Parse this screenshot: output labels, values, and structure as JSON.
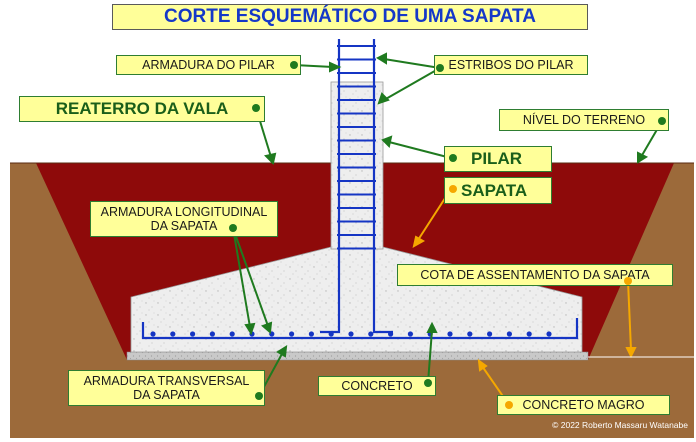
{
  "title": "CORTE ESQUEMÁTICO DE UMA SAPATA",
  "labels": {
    "armadura_pilar": "ARMADURA DO PILAR",
    "estribos_pilar": "ESTRIBOS DO PILAR",
    "reaterro_vala": "REATERRO DA VALA",
    "nivel_terreno": "NÍVEL DO TERRENO",
    "pilar": "PILAR",
    "sapata": "SAPATA",
    "armadura_longitudinal": "ARMADURA LONGITUDINAL\nDA SAPATA",
    "cota_assentamento": "COTA DE ASSENTAMENTO DA SAPATA",
    "armadura_transversal": "ARMADURA TRANSVERSAL\nDA SAPATA",
    "concreto": "CONCRETO",
    "concreto_magro": "CONCRETO MAGRO"
  },
  "copyright": "© 2022 Roberto Massaru Watanabe",
  "colors": {
    "soil": "#9c6a3a",
    "backfill": "#8e0a0a",
    "concrete": "#eeeeee",
    "lean_concrete": "#c9c9c9",
    "rebar": "#1535c4",
    "label_bg": "#ffff99",
    "pointer_green": "#1f7a1f",
    "pointer_orange": "#f5a800",
    "title_text": "#1538c8"
  }
}
